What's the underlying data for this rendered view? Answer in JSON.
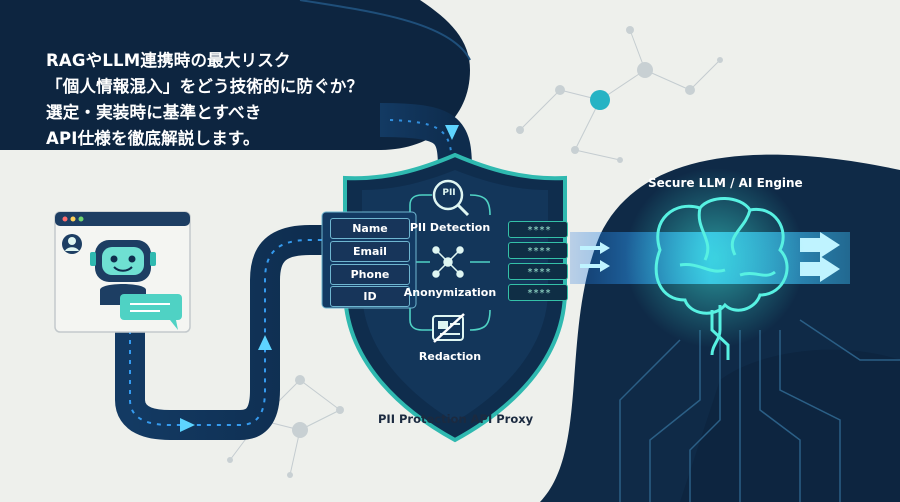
{
  "headline": {
    "line1": "RAGやLLM連携時の最大リスク",
    "line2": "「個人情報混入」をどう技術的に防ぐか？",
    "line3": "選定・実装時に基準とすべき",
    "line4": "API仕様を徹底解説します。"
  },
  "input_fields": [
    "Name",
    "Email",
    "Phone",
    "ID"
  ],
  "shield": {
    "pii_badge": "PII",
    "steps": [
      "PII Detection",
      "Anonymization",
      "Redaction"
    ],
    "caption": "PII Protection API Proxy"
  },
  "masked_values": [
    "****",
    "****",
    "****",
    "****"
  ],
  "engine": {
    "title": "Secure LLM / AI Engine"
  },
  "colors": {
    "navy": "#0d2540",
    "teal": "#2fb9b0",
    "accent_blue": "#3aa6ff",
    "cream": "#eef0ec"
  }
}
